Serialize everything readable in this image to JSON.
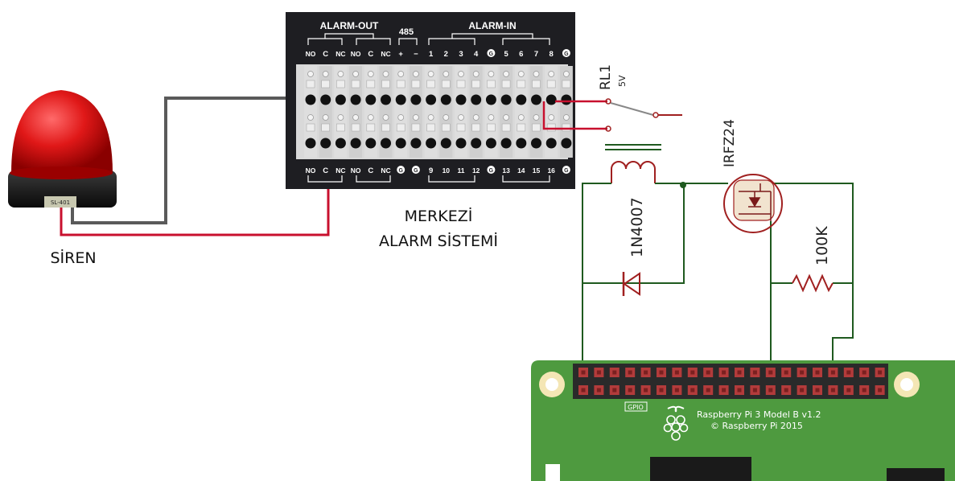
{
  "labels": {
    "siren": "SİREN",
    "alarm_line1": "MERKEZİ",
    "alarm_line2": "ALARM SİSTEMİ",
    "relay_name": "RL1",
    "relay_voltage": "5V",
    "mosfet": "IRFZ24",
    "diode": "1N4007",
    "resistor": "100K",
    "siren_model": "SL-401"
  },
  "panel": {
    "alarm_out": "ALARM-OUT",
    "rs485": "485",
    "alarm_in": "ALARM-IN",
    "top_terms": [
      "NO",
      "C",
      "NC",
      "NO",
      "C",
      "NC",
      "+",
      "−",
      "1",
      "2",
      "3",
      "4",
      "G",
      "5",
      "6",
      "7",
      "8",
      "G"
    ],
    "bottom_terms": [
      "NO",
      "C",
      "NC",
      "NO",
      "C",
      "NC",
      "G",
      "G",
      "9",
      "10",
      "11",
      "12",
      "G",
      "13",
      "14",
      "15",
      "16",
      "G"
    ]
  },
  "rpi": {
    "gpio": "GPIO",
    "model": "Raspberry Pi 3 Model B v1.2",
    "copyright": "© Raspberry Pi 2015"
  },
  "colors": {
    "wire_red": "#c8102e",
    "wire_gray": "#5a5a5a",
    "schematic_green": "#1f5a1f",
    "schematic_red": "#a02020",
    "board_green": "#4e9a3f",
    "siren_red": "#d42020"
  }
}
